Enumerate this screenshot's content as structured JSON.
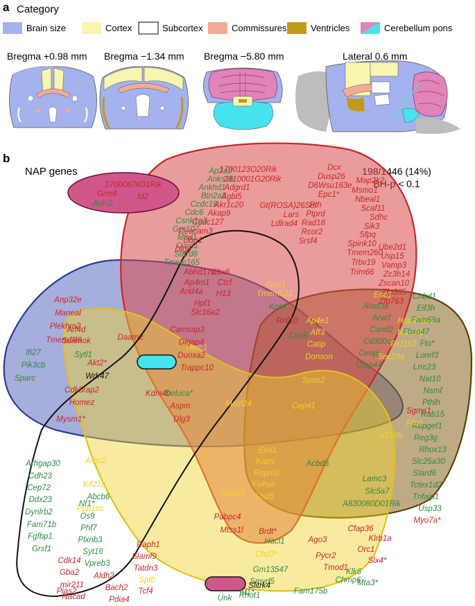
{
  "panel_a": {
    "letter": "a",
    "title": "Category",
    "legend": [
      {
        "label": "Brain size",
        "color": "#a4b2ee"
      },
      {
        "label": "Cortex",
        "color": "#f7f5b0"
      },
      {
        "label": "Subcortex",
        "color": "#ffffff"
      },
      {
        "label": "Commissures",
        "color": "#f4ab96"
      },
      {
        "label": "Ventricles",
        "color": "#c19a1a"
      },
      {
        "label": "Cerebellum pons",
        "color": "#e184b9",
        "color2": "#46e3ee"
      }
    ],
    "sections": [
      "Bregma +0.98 mm",
      "Bregma −1.34 mm",
      "Bregma −5.80 mm",
      "Lateral 0.6 mm"
    ]
  },
  "panel_b": {
    "letter": "b",
    "nap_label": "NAP genes",
    "stat_count": "198/1446 (14%)",
    "stat_p": "BH-p < 0.1",
    "colors": {
      "red": "#c8262a",
      "green": "#2e8b3c",
      "yellow": "#f0d22a",
      "black": "#111111"
    },
    "genes": [
      {
        "t": "Ap2a2",
        "c": "green"
      },
      {
        "t": "Anks1b",
        "c": "green"
      },
      {
        "t": "Ankhd1",
        "c": "green"
      },
      {
        "t": "Btn2a2",
        "c": "green"
      },
      {
        "t": "Ccdc18",
        "c": "green"
      },
      {
        "t": "Cdc6",
        "c": "green"
      },
      {
        "t": "Csnk1g3",
        "c": "green"
      },
      {
        "t": "Gpr107",
        "c": "green"
      },
      {
        "t": "Mbd1",
        "c": "green"
      },
      {
        "t": "Oard1",
        "c": "green"
      },
      {
        "t": "Stard8",
        "c": "green"
      },
      {
        "t": "Tmem165",
        "c": "green"
      },
      {
        "t": "1700123O20Rik",
        "c": "red"
      },
      {
        "t": "2810001G20Rik",
        "c": "red"
      },
      {
        "t": "Adgrd1",
        "c": "red"
      },
      {
        "t": "Agbl5",
        "c": "red"
      },
      {
        "t": "Akr1c20",
        "c": "red"
      },
      {
        "t": "Akap9",
        "c": "red"
      },
      {
        "t": "Ccdc127",
        "c": "red"
      },
      {
        "t": "Ceacam3",
        "c": "red"
      },
      {
        "t": "Dbn1",
        "c": "red"
      },
      {
        "t": "Dlg4",
        "c": "red"
      },
      {
        "t": "Dcx",
        "c": "red"
      },
      {
        "t": "Dusp26",
        "c": "red"
      },
      {
        "t": "D6Wsu163e",
        "c": "red"
      },
      {
        "t": "Epc1*",
        "c": "red"
      },
      {
        "t": "Gt(ROSA)26Sor",
        "c": "red"
      },
      {
        "t": "Lars",
        "c": "red"
      },
      {
        "t": "Ldlrad4",
        "c": "red"
      },
      {
        "t": "Rad18",
        "c": "red"
      },
      {
        "t": "Rcor2",
        "c": "red"
      },
      {
        "t": "Srsf4",
        "c": "red"
      },
      {
        "t": "Ptprd",
        "c": "red"
      },
      {
        "t": "Pth",
        "c": "red"
      },
      {
        "t": "Map2k2",
        "c": "red"
      },
      {
        "t": "Msmo1",
        "c": "red"
      },
      {
        "t": "Nbeal1",
        "c": "red"
      },
      {
        "t": "Scaf11",
        "c": "red"
      },
      {
        "t": "Sdhc",
        "c": "red"
      },
      {
        "t": "Sik3",
        "c": "red"
      },
      {
        "t": "Sfpq",
        "c": "red"
      },
      {
        "t": "Spink10",
        "c": "red"
      },
      {
        "t": "Tmem260",
        "c": "red"
      },
      {
        "t": "Trbv19",
        "c": "red"
      },
      {
        "t": "Trim66",
        "c": "red"
      },
      {
        "t": "Ube2d1",
        "c": "red"
      },
      {
        "t": "Usp15",
        "c": "red"
      },
      {
        "t": "Vamp3",
        "c": "red"
      },
      {
        "t": "Zc3h14",
        "c": "red"
      },
      {
        "t": "Zscan10",
        "c": "red"
      },
      {
        "t": "Zfp365",
        "c": "red"
      },
      {
        "t": "Zfp763",
        "c": "red"
      },
      {
        "t": "1700067K01Rik",
        "c": "red"
      },
      {
        "t": "Id2",
        "c": "red"
      },
      {
        "t": "Grm8",
        "c": "red"
      },
      {
        "t": "Auts2",
        "c": "green"
      },
      {
        "t": "Abhd17a",
        "c": "red"
      },
      {
        "t": "Cbx6",
        "c": "red"
      },
      {
        "t": "Ap4m1",
        "c": "red"
      },
      {
        "t": "Ctcf",
        "c": "red"
      },
      {
        "t": "Arid4a",
        "c": "red"
      },
      {
        "t": "H13",
        "c": "red"
      },
      {
        "t": "Hpf1",
        "c": "red"
      },
      {
        "t": "Slc16a2",
        "c": "red"
      },
      {
        "t": "Gse1",
        "c": "yellow"
      },
      {
        "t": "Tmem121",
        "c": "yellow"
      },
      {
        "t": "Kptn",
        "c": "green"
      },
      {
        "t": "Anp32e",
        "c": "red"
      },
      {
        "t": "Maneal",
        "c": "red"
      },
      {
        "t": "Plekhm2",
        "c": "red"
      },
      {
        "t": "Tmem189",
        "c": "red"
      },
      {
        "t": "Ifi27",
        "c": "green"
      },
      {
        "t": "Pik3cb",
        "c": "green"
      },
      {
        "t": "Sparc",
        "c": "green"
      },
      {
        "t": "Arl4d",
        "c": "red"
      },
      {
        "t": "Selenok",
        "c": "red"
      },
      {
        "t": "Sytl1",
        "c": "green"
      },
      {
        "t": "Daam2",
        "c": "red"
      },
      {
        "t": "Camsap3",
        "c": "red"
      },
      {
        "t": "Dlgap4",
        "c": "red"
      },
      {
        "t": "Duoxa2",
        "c": "red"
      },
      {
        "t": "Trappc10",
        "c": "red"
      },
      {
        "t": "Herc1",
        "c": "yellow"
      },
      {
        "t": "Akt2*",
        "c": "red"
      },
      {
        "t": "Wdr47",
        "c": "black"
      },
      {
        "t": "Cdk5rap2",
        "c": "red"
      },
      {
        "t": "Homez",
        "c": "red"
      },
      {
        "t": "Mysm1*",
        "c": "red"
      },
      {
        "t": "Kdm4b",
        "c": "red"
      },
      {
        "t": "Deluca*",
        "c": "green"
      },
      {
        "t": "Aspm",
        "c": "red"
      },
      {
        "t": "Dlg3",
        "c": "red"
      },
      {
        "t": "Rnf10",
        "c": "red"
      },
      {
        "t": "Cbx5",
        "c": "green"
      },
      {
        "t": "Ap4e1",
        "c": "yellow"
      },
      {
        "t": "Aff3",
        "c": "yellow"
      },
      {
        "t": "Catip",
        "c": "yellow"
      },
      {
        "t": "Donson",
        "c": "yellow"
      },
      {
        "t": "Hsp90aa1",
        "c": "yellow"
      },
      {
        "t": "March5",
        "c": "yellow"
      },
      {
        "t": "Rnf157",
        "c": "yellow"
      },
      {
        "t": "Sec23a",
        "c": "yellow"
      },
      {
        "t": "Spns2",
        "c": "yellow"
      },
      {
        "t": "Enc1",
        "c": "yellow"
      },
      {
        "t": "Atad3a",
        "c": "green"
      },
      {
        "t": "Arvcf",
        "c": "green"
      },
      {
        "t": "Cand2",
        "c": "green"
      },
      {
        "t": "Cd300c",
        "c": "green"
      },
      {
        "t": "Cenpj",
        "c": "green"
      },
      {
        "t": "Cfap44",
        "c": "green"
      },
      {
        "t": "Cnbd1",
        "c": "green"
      },
      {
        "t": "Eif3h",
        "c": "green"
      },
      {
        "t": "Fam69a",
        "c": "green"
      },
      {
        "t": "Fbxo47",
        "c": "green"
      },
      {
        "t": "Fto*",
        "c": "green"
      },
      {
        "t": "Lonrf3",
        "c": "green"
      },
      {
        "t": "Lrrc23",
        "c": "green"
      },
      {
        "t": "Nat10",
        "c": "green"
      },
      {
        "t": "Nsmf",
        "c": "green"
      },
      {
        "t": "Pthlh",
        "c": "green"
      },
      {
        "t": "Rab15",
        "c": "green"
      },
      {
        "t": "Rapgef1",
        "c": "green"
      },
      {
        "t": "Reg3g",
        "c": "green"
      },
      {
        "t": "Rhox13",
        "c": "green"
      },
      {
        "t": "Slc25a30",
        "c": "green"
      },
      {
        "t": "Stard6",
        "c": "green"
      },
      {
        "t": "Tctex1d2",
        "c": "green"
      },
      {
        "t": "Tnfaip1",
        "c": "green"
      },
      {
        "t": "Usp33",
        "c": "green"
      },
      {
        "t": "Myo7a*",
        "c": "red"
      },
      {
        "t": "Sgms1",
        "c": "red"
      },
      {
        "t": "Pfn1",
        "c": "yellow"
      },
      {
        "t": "Mettl24",
        "c": "yellow"
      },
      {
        "t": "Cep41",
        "c": "yellow"
      },
      {
        "t": "Kif18b",
        "c": "yellow"
      },
      {
        "t": "Arpc2",
        "c": "yellow"
      },
      {
        "t": "Kif21b",
        "c": "yellow"
      },
      {
        "t": "Abcb6",
        "c": "green"
      },
      {
        "t": "Ppp1cc",
        "c": "yellow"
      },
      {
        "t": "Cfap61",
        "c": "yellow"
      },
      {
        "t": "Eml1",
        "c": "yellow"
      },
      {
        "t": "Kazn",
        "c": "yellow"
      },
      {
        "t": "Ropn1l",
        "c": "yellow"
      },
      {
        "t": "Ywhae",
        "c": "yellow"
      },
      {
        "t": "Usp5",
        "c": "yellow"
      },
      {
        "t": "Acbd5",
        "c": "green"
      },
      {
        "t": "Lamc3",
        "c": "green"
      },
      {
        "t": "Slc5a7",
        "c": "green"
      },
      {
        "t": "A830080D01Rik",
        "c": "green"
      },
      {
        "t": "Arhgap30",
        "c": "green"
      },
      {
        "t": "Cdh23",
        "c": "green"
      },
      {
        "t": "Cep72",
        "c": "green"
      },
      {
        "t": "Ddx23",
        "c": "green"
      },
      {
        "t": "Dynlrb2",
        "c": "green"
      },
      {
        "t": "Fam71b",
        "c": "green"
      },
      {
        "t": "Fgfbp1",
        "c": "green"
      },
      {
        "t": "Grsf1",
        "c": "green"
      },
      {
        "t": "Nf1*",
        "c": "green"
      },
      {
        "t": "Os9",
        "c": "green"
      },
      {
        "t": "Phf7",
        "c": "green"
      },
      {
        "t": "Plxnb3",
        "c": "green"
      },
      {
        "t": "Syt16",
        "c": "green"
      },
      {
        "t": "Vpreb3",
        "c": "green"
      },
      {
        "t": "Aldh2",
        "c": "red"
      },
      {
        "t": "Bach2",
        "c": "red"
      },
      {
        "t": "Cdk14",
        "c": "red"
      },
      {
        "t": "Gba2",
        "c": "red"
      },
      {
        "t": "mir211",
        "c": "red"
      },
      {
        "t": "Nacad",
        "c": "red"
      },
      {
        "t": "Pias2",
        "c": "red"
      },
      {
        "t": "Pdia4",
        "c": "red"
      },
      {
        "t": "Raph1",
        "c": "red"
      },
      {
        "t": "Slamf9",
        "c": "red"
      },
      {
        "t": "Tatdn3",
        "c": "red"
      },
      {
        "t": "Sptb",
        "c": "yellow"
      },
      {
        "t": "Tcf4",
        "c": "red"
      },
      {
        "t": "Pabpc4",
        "c": "red"
      },
      {
        "t": "Mtss1l",
        "c": "red"
      },
      {
        "t": "Hacl1",
        "c": "green"
      },
      {
        "t": "Chd7*",
        "c": "yellow"
      },
      {
        "t": "Ago3",
        "c": "red"
      },
      {
        "t": "Brdt*",
        "c": "red"
      },
      {
        "t": "Cfap36",
        "c": "red"
      },
      {
        "t": "Klrb1a",
        "c": "red"
      },
      {
        "t": "Orc1",
        "c": "red"
      },
      {
        "t": "Slx4*",
        "c": "red"
      },
      {
        "t": "Klk6",
        "c": "green"
      },
      {
        "t": "Mta3*",
        "c": "green"
      },
      {
        "t": "Pycr2",
        "c": "red"
      },
      {
        "t": "Tmod1",
        "c": "red"
      },
      {
        "t": "Chmp6",
        "c": "green"
      },
      {
        "t": "Fam175b",
        "c": "green"
      },
      {
        "t": "Gm13547",
        "c": "green"
      },
      {
        "t": "Smyd5",
        "c": "green"
      },
      {
        "t": "Irf1*",
        "c": "green"
      },
      {
        "t": "Rhot1",
        "c": "green"
      },
      {
        "t": "Unk",
        "c": "green"
      },
      {
        "t": "Slitrk4",
        "c": "black"
      }
    ]
  }
}
